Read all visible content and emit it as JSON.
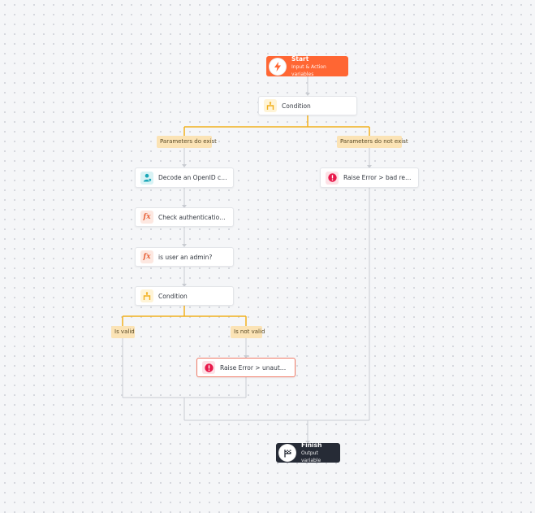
{
  "nodes": {
    "start": {
      "title": "Start",
      "subtitle": "Input & Action variables"
    },
    "condition_1": {
      "label": "Condition"
    },
    "decode": {
      "label": "Decode an OpenID connec..."
    },
    "check_expiry": {
      "label": "Check authentication expir..."
    },
    "is_admin": {
      "label": "is user an admin?"
    },
    "condition_2": {
      "label": "Condition"
    },
    "error_bad_request": {
      "label": "Raise Error > bad request"
    },
    "error_unauthorized": {
      "label": "Raise Error > unauthorized"
    },
    "finish": {
      "title": "Finish",
      "subtitle": "Output variable"
    }
  },
  "branches": {
    "params_exist": "Parameters do exist",
    "params_not_exist": "Parameters do not exist",
    "is_valid": "Is valid",
    "is_not_valid": "Is not valid"
  },
  "colors": {
    "branch_line": "#f2b01e",
    "connector": "#c9ccd2",
    "start": "#ff6633",
    "finish": "#262b36",
    "error": "#e8194b"
  },
  "icons": {
    "start": "lightning-icon",
    "condition": "branch-icon",
    "function": "fx-icon",
    "user": "user-icon",
    "error": "exclamation-icon",
    "finish": "flag-icon"
  }
}
